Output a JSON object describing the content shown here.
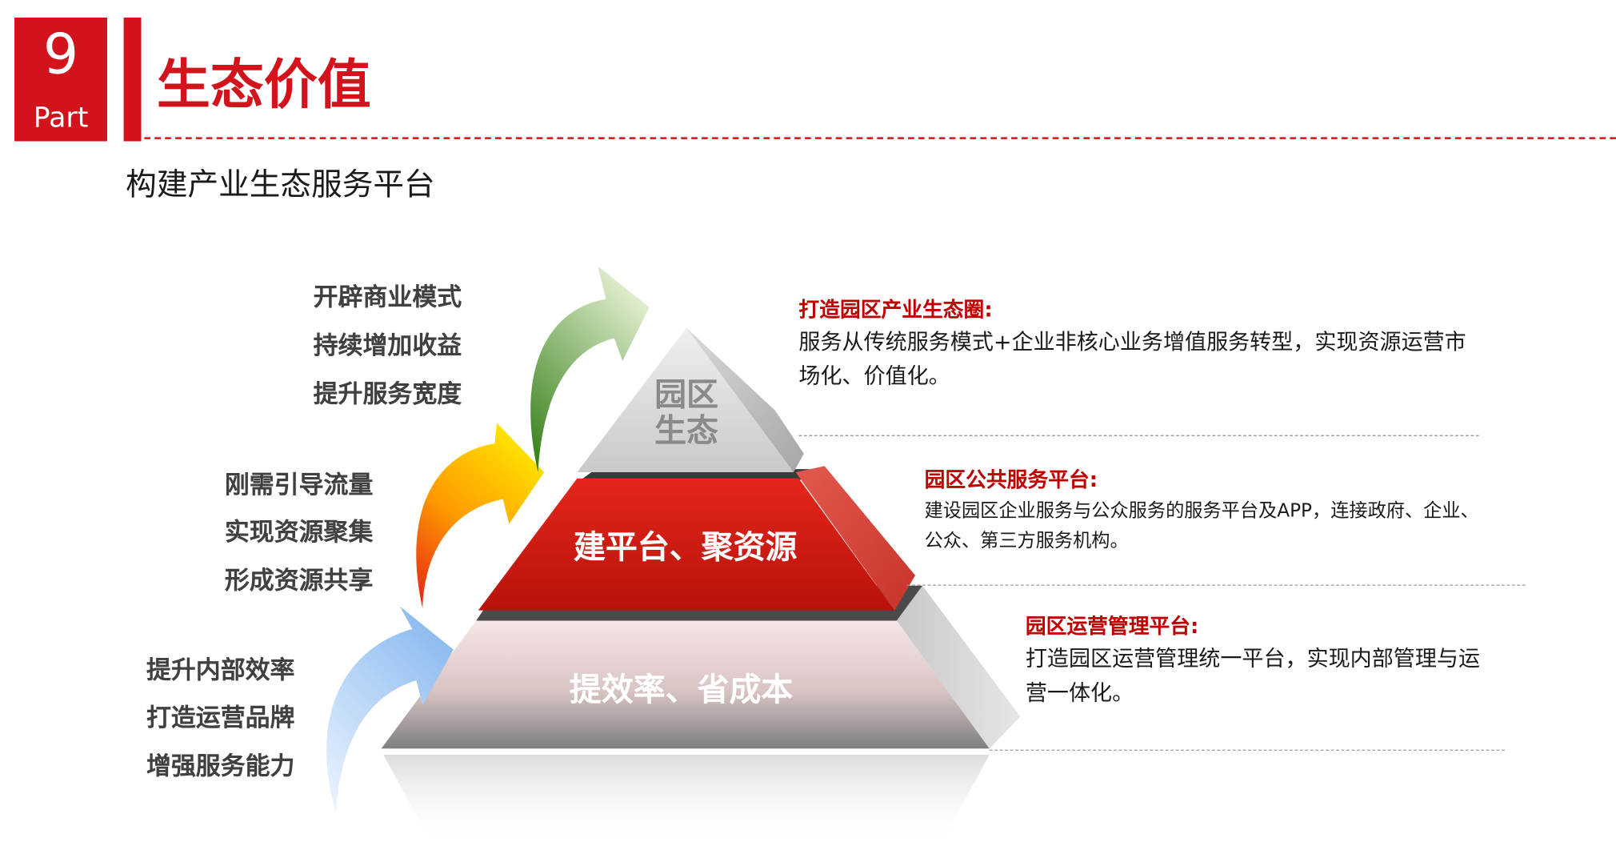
{
  "header": {
    "part_number": "9",
    "part_word": "Part",
    "title": "生态价值",
    "subtitle": "构建产业生态服务平台"
  },
  "pyramid": {
    "top_line1": "园区",
    "top_line2": "生态",
    "middle": "建平台、聚资源",
    "bottom": "提效率、省成本"
  },
  "benefits": {
    "top": [
      "开辟商业模式",
      "持续增加收益",
      "提升服务宽度"
    ],
    "middle": [
      "刚需引导流量",
      "实现资源聚集",
      "形成资源共享"
    ],
    "bottom": [
      "提升内部效率",
      "打造运营品牌",
      "增强服务能力"
    ]
  },
  "descriptions": {
    "top": {
      "title": "打造园区产业生态圈:",
      "text": "服务从传统服务模式+企业非核心业务增值服务转型，实现资源运营市场化、价值化。"
    },
    "middle": {
      "title": "园区公共服务平台:",
      "text": "建设园区企业服务与公众服务的服务平台及APP，连接政府、企业、公众、第三方服务机构。"
    },
    "bottom": {
      "title": "园区运营管理平台:",
      "text": "打造园区运营管理统一平台，实现内部管理与运营一体化。"
    }
  },
  "colors": {
    "accent_red": "#d3131b",
    "description_title": "#c00000",
    "top_tier": "#d9d9d9",
    "middle_tier": "#e02010",
    "bottom_tier": "#f2dcdc",
    "arrow_top": "#4e9a26",
    "arrow_middle": "#ff9a00",
    "arrow_bottom": "#9cc3ef"
  }
}
